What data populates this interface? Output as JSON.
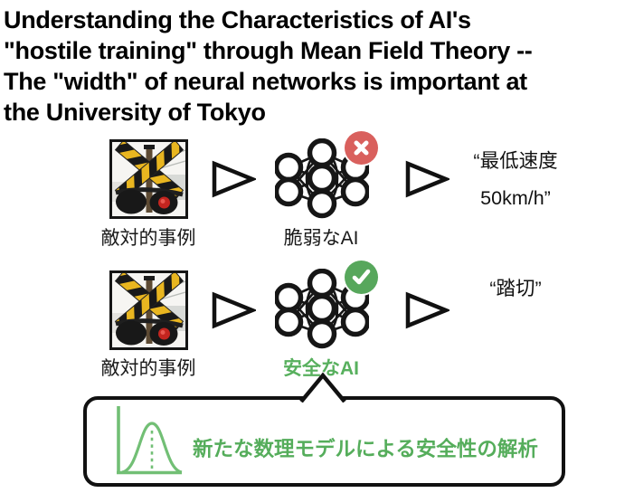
{
  "title": {
    "lines": [
      "Understanding the Characteristics of AI's",
      "\"hostile training\" through Mean Field Theory --",
      "The \"width\" of neural networks is important at",
      "the University of Tokyo"
    ]
  },
  "flow_vulnerable": {
    "input_label": "敵対的事例",
    "model_label": "脆弱なAI",
    "output_line1": "“最低速度",
    "output_line2": "50km/h”"
  },
  "flow_safe": {
    "input_label": "敵対的事例",
    "model_label": "安全なAI",
    "output": "“踏切”"
  },
  "callout": {
    "text": "新たな数理モデルによる安全性の解析"
  },
  "icons": {
    "input_image": "railroad-crossing-photo",
    "flow_arrow": "triangle-right",
    "vulnerable_badge": "x-circle",
    "safe_badge": "check-circle",
    "callout_icon": "bell-curve-distribution",
    "pointer": "speech-pointer-up"
  },
  "colors": {
    "error_red": "#d9605d",
    "success_green": "#57a75c",
    "safe_text_green": "#58b05e",
    "curve_green": "#72bf75",
    "title_black": "#000000"
  }
}
